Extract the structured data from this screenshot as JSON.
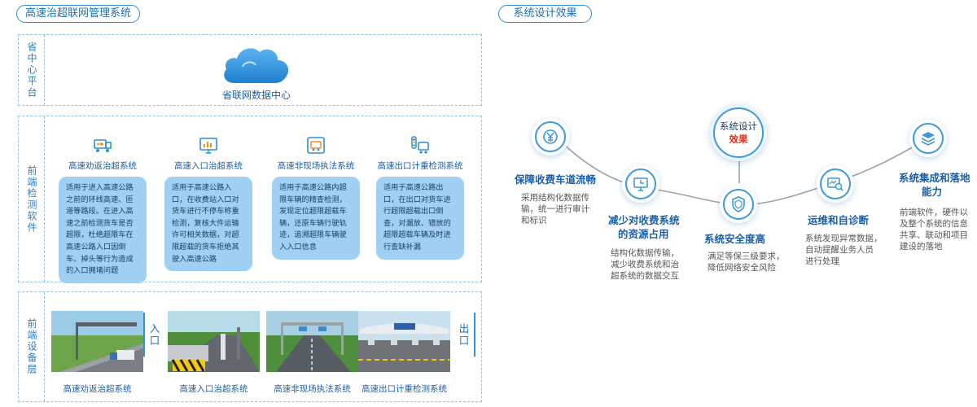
{
  "left_title": "高速治超联网管理系统",
  "right_title": "系统设计效果",
  "rows": {
    "province": "省中心平台",
    "software": "前端检测软件",
    "device": "前端设备层"
  },
  "center_label": "省联网数据中心",
  "systems": [
    {
      "title": "高速劝返治超系统",
      "icon": "truck-return-icon",
      "desc": "适用于进入高速公路之前的环线高速、匝道等路段。在进入高速之前检测货车是否超限，杜绝超限车在高速公路入口因倒车、掉头等行为造成的入口拥堵问题"
    },
    {
      "title": "高速入口治超系统",
      "icon": "monitor-chart-icon",
      "desc": "适用于高速公路入口，在收费站入口对货车进行不停车称重检测，复核大件运输许可相关数据，对超限超载的货车拒绝其驶入高速公路"
    },
    {
      "title": "高速非现场执法系统",
      "icon": "truck-screen-icon",
      "desc": "适用于高速公路内超限车辆的精查检测，发现定位超限超载车辆，还原车辆行驶轨迹，追溯超限车辆驶入入口信息"
    },
    {
      "title": "高速出口计重检测系统",
      "icon": "traffic-light-truck-icon",
      "desc": "适用于高速公路出口，在出口对货车进行超限超载出口倒查，对漏放、错放的超限超载车辆及时进行查缺补漏"
    }
  ],
  "photos": [
    "高速劝返治超系统",
    "高速入口治超系统",
    "高速非现场执法系统",
    "高速出口计重检测系统"
  ],
  "entry_label": "入口",
  "exit_label": "出口",
  "effects": {
    "center": {
      "line1": "系统设计",
      "line2": "效果"
    },
    "items": [
      {
        "title": "保障收费车道流畅",
        "desc": [
          "采用结构化数据传",
          "输，统一进行审计",
          "和标识"
        ],
        "icon": "yen-icon"
      },
      {
        "title": [
          "减少对收费系统",
          "的资源占用"
        ],
        "desc": [
          "结构化数据传输，",
          "减少收费系统和治",
          "超系统的数据交互"
        ],
        "icon": "monitor-icon"
      },
      {
        "title": "系统安全度高",
        "desc": [
          "满足等保三级要求，",
          "降低网络安全风险"
        ],
        "icon": "shield-icon"
      },
      {
        "title": "运维和自诊断",
        "desc": [
          "系统发现异常数据，",
          "自动提醒业务人员",
          "进行处理"
        ],
        "icon": "diagnose-icon"
      },
      {
        "title": [
          "系统集成和落地",
          "能力"
        ],
        "desc": [
          "前端软件，硬件以",
          "及整个系统的信息",
          "共享、联动和项目",
          "建设的落地"
        ],
        "icon": "layers-icon"
      }
    ]
  },
  "colors": {
    "accent": "#2f8fd8",
    "desc_bg": "#9fd0f4",
    "highlight": "#e0301e"
  }
}
